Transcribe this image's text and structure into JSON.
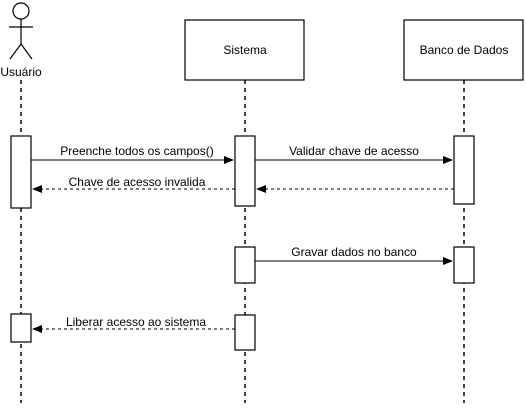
{
  "actors": [
    {
      "id": "user",
      "label": "Usuário",
      "kind": "actor"
    },
    {
      "id": "system",
      "label": "Sistema",
      "kind": "box"
    },
    {
      "id": "db",
      "label": "Banco de Dados",
      "kind": "box"
    }
  ],
  "messages": [
    {
      "id": "m1",
      "from": "user",
      "to": "system",
      "label": "Preenche todos os campos()",
      "style": "solid"
    },
    {
      "id": "m2",
      "from": "system",
      "to": "db",
      "label": "Validar chave de acesso",
      "style": "solid"
    },
    {
      "id": "m3",
      "from": "db",
      "to": "system",
      "label": "",
      "style": "dashed"
    },
    {
      "id": "m4",
      "from": "system",
      "to": "user",
      "label": "Chave de acesso invalida",
      "style": "dashed"
    },
    {
      "id": "m5",
      "from": "system",
      "to": "db",
      "label": "Gravar dados no banco",
      "style": "solid"
    },
    {
      "id": "m6",
      "from": "system",
      "to": "user",
      "label": "Liberar acesso ao sistema",
      "style": "dashed"
    }
  ]
}
